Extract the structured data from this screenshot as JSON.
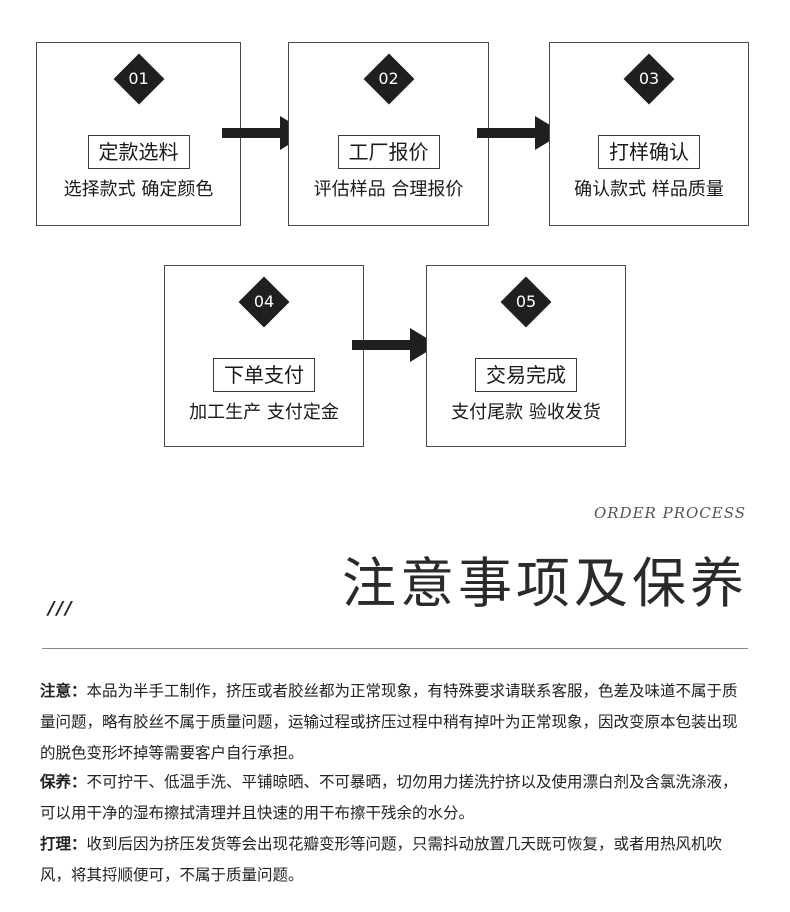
{
  "steps": [
    {
      "num": "01",
      "title": "定款选料",
      "sub": "选择款式 确定颜色"
    },
    {
      "num": "02",
      "title": "工厂报价",
      "sub": "评估样品 合理报价"
    },
    {
      "num": "03",
      "title": "打样确认",
      "sub": "确认款式 样品质量"
    },
    {
      "num": "04",
      "title": "下单支付",
      "sub": "加工生产 支付定金"
    },
    {
      "num": "05",
      "title": "交易完成",
      "sub": "支付尾款 验收发货"
    }
  ],
  "section": {
    "english_label": "ORDER PROCESS",
    "slashes": "///",
    "title": "注意事项及保养"
  },
  "notes": [
    {
      "label": "注意：",
      "text": "本品为半手工制作，挤压或者胶丝都为正常现象，有特殊要求请联系客服，色差及味道不属于质量问题，略有胶丝不属于质量问题，运输过程或挤压过程中稍有掉叶为正常现象，因改变原本包装出现的脱色变形坏掉等需要客户自行承担。"
    },
    {
      "label": "保养：",
      "text": "不可拧干、低温手洗、平铺晾晒、不可暴晒，切勿用力搓洗拧挤以及使用漂白剂及含氯洗涤液，可以用干净的湿布擦拭清理并且快速的用干布擦干残余的水分。"
    },
    {
      "label": "打理：",
      "text": "收到后因为挤压发货等会出现花瓣变形等问题，只需抖动放置几天既可恢复，或者用热风机吹风，将其捋顺便可，不属于质量问题。"
    }
  ],
  "colors": {
    "box_border": "#4a4a4a",
    "diamond": "#1f1f1f",
    "arrow": "#1f1f1f"
  },
  "icons": {
    "arrow": "right-arrow-icon",
    "marker": "diamond-icon"
  }
}
